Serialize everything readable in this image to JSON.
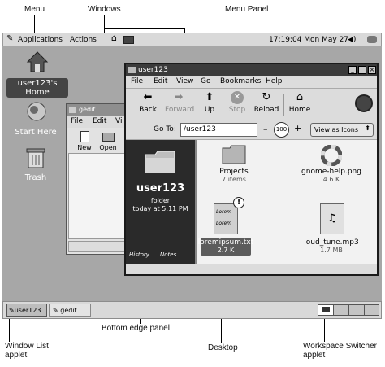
{
  "callouts": {
    "menu": "Menu",
    "windows": "Windows",
    "menu_panel": "Menu Panel",
    "window_list_applet": "Window List\napplet",
    "bottom_edge_panel": "Bottom edge panel",
    "desktop": "Desktop",
    "workspace_switcher_applet": "Workspace Switcher\napplet"
  },
  "top_panel": {
    "applications": "Applications",
    "actions": "Actions",
    "clock": "17:19:04 Mon May 27"
  },
  "desktop_icons": {
    "home": "user123's Home",
    "start_here": "Start Here",
    "trash": "Trash"
  },
  "gedit": {
    "title": "gedit",
    "menu": [
      "File",
      "Edit",
      "Vi"
    ],
    "toolbar": [
      "New",
      "Open"
    ]
  },
  "nautilus": {
    "title": "user123",
    "menu": [
      "File",
      "Edit",
      "View",
      "Go",
      "Bookmarks",
      "Help"
    ],
    "toolbar": [
      "Back",
      "Forward",
      "Up",
      "Stop",
      "Reload",
      "Home"
    ],
    "goto_label": "Go To:",
    "location": "/user123",
    "zoom": "100",
    "view_as": "View as Icons",
    "side_pane": {
      "name": "user123",
      "type": "folder",
      "date": "today at 5:11 PM",
      "tabs": [
        "History",
        "Notes"
      ]
    },
    "files": [
      {
        "name": "Projects",
        "info": "7 items"
      },
      {
        "name": "gnome-help.png",
        "info": "4.6 K"
      },
      {
        "name": "loremipsum.txt",
        "info": "2.7 K",
        "preview": "Lorem"
      },
      {
        "name": "loud_tune.mp3",
        "info": "1.7 MB"
      }
    ]
  },
  "bottom_panel": {
    "tasks": [
      "user123",
      "gedit"
    ]
  }
}
